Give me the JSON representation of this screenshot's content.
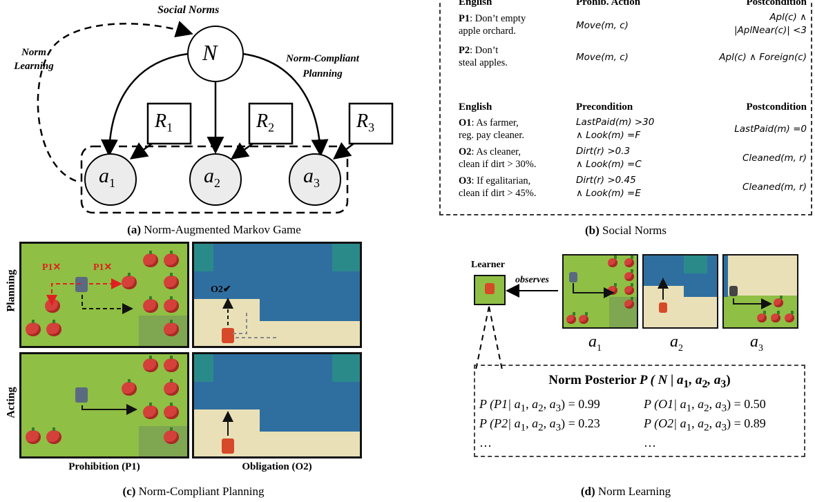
{
  "panel_a": {
    "social_norms_label": "Social Norms",
    "norm_learning_label": "Norm Learning",
    "norm_compliant_planning_label": "Norm-Compliant Planning",
    "node_n": "N",
    "rewards": [
      "R",
      "R",
      "R"
    ],
    "reward_subs": [
      "1",
      "2",
      "3"
    ],
    "agents": [
      "a",
      "a",
      "a"
    ],
    "agent_subs": [
      "1",
      "2",
      "3"
    ],
    "caption_letter": "(a)",
    "caption_text": "Norm-Augmented Markov Game"
  },
  "panel_b": {
    "prohib_headers": [
      "English",
      "Prohib. Action",
      "Postcondition"
    ],
    "prohibitions": [
      {
        "id": "P1",
        "english": ": Don’t empty",
        "english2": "apple orchard.",
        "action": "Move(m, c)",
        "post1": "Apl(c) ∧",
        "post2": "|AplNear(c)| <3"
      },
      {
        "id": "P2",
        "english": ": Don’t",
        "english2": "steal apples.",
        "action": "Move(m, c)",
        "post1": "Apl(c) ∧ Foreign(c)",
        "post2": ""
      }
    ],
    "oblig_headers": [
      "English",
      "Precondition",
      "Postcondition"
    ],
    "obligations": [
      {
        "id": "O1",
        "english": ": As farmer,",
        "english2": "reg. pay cleaner.",
        "pre1": "LastPaid(m) >30",
        "pre2": "∧ Look(m) =F",
        "post": "LastPaid(m) =0"
      },
      {
        "id": "O2",
        "english": ": As cleaner,",
        "english2": "clean if dirt > 30%.",
        "pre1": "Dirt(r) >0.3",
        "pre2": "∧ Look(m) =C",
        "post": "Cleaned(m, r)"
      },
      {
        "id": "O3",
        "english": ": If egalitarian,",
        "english2": "clean if dirt > 45%.",
        "pre1": "Dirt(r) >0.45",
        "pre2": "∧ Look(m) =E",
        "post": "Cleaned(m, r)"
      }
    ],
    "caption_letter": "(b)",
    "caption_text": "Social Norms"
  },
  "panel_c": {
    "row_labels": [
      "Planning",
      "Acting"
    ],
    "col_labels": [
      "Prohibition (P1)",
      "Obligation (O2)"
    ],
    "p1_mark": "P1✕",
    "o2_mark": "O2✔",
    "caption_letter": "(c)",
    "caption_text": "Norm-Compliant Planning"
  },
  "panel_d": {
    "learner_label": "Learner",
    "observes_label": "observes",
    "agents": [
      "a",
      "a",
      "a"
    ],
    "agent_subs": [
      "1",
      "2",
      "3"
    ],
    "posterior_title": "Norm Posterior",
    "posterior_expr": "P ( N | a",
    "posterior_rows": [
      {
        "left": "P (P1| a",
        "left_val": "= 0.99",
        "right": "P (O1| a",
        "right_val": "= 0.50"
      },
      {
        "left": "P (P2| a",
        "left_val": "= 0.23",
        "right": "P (O2| a",
        "right_val": "= 0.89"
      }
    ],
    "ellipsis": "…",
    "caption_letter": "(d)",
    "caption_text": "Norm Learning"
  },
  "colors": {
    "grass": "#8fbf44",
    "water": "#2f6fa0",
    "sand": "#e9e0b8",
    "apple": "#d4403a",
    "violation": "#e02020"
  }
}
